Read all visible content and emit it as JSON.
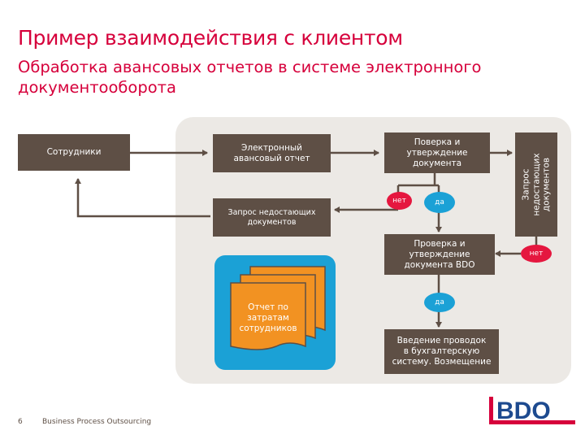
{
  "header": {
    "title": "Пример взаимодействия с клиентом",
    "subtitle": "Обработка авансовых отчетов в системе электронного документооборота"
  },
  "diagram": {
    "employees_label": "Сотрудники",
    "report_box_line1": "Электронный",
    "report_box_line2": "авансовый отчет",
    "check_box_line1": "Поверка и",
    "check_box_line2": "утверждение",
    "check_box_line3": "документа",
    "request_box_line1": "Запрос недостающих",
    "request_box_line2": "документов",
    "no_label_left": "нет",
    "yes_label_top": "да",
    "side_request_line1": "Запрос",
    "side_request_line2": "недостающих",
    "side_request_line3": "документов",
    "no_label_right": "нет",
    "bdo_check_line1": "Проверка и",
    "bdo_check_line2": "утверждение",
    "bdo_check_line3": "документа BDO",
    "yes_label_bottom": "да",
    "entry_box_line1": "Введение проводок",
    "entry_box_line2": "в бухгалтерскую",
    "entry_box_line3": "систему. Возмещение",
    "expense_doc_line1": "Отчет по",
    "expense_doc_line2": "затратам",
    "expense_doc_line3": "сотрудников"
  },
  "footer": {
    "page_number": "6",
    "text": "Business Process Outsourcing"
  },
  "logo": {
    "text": "BDO"
  },
  "colors": {
    "accent_red": "#d6003b",
    "box_brown": "#5e4f45",
    "panel_gray": "#ece9e5",
    "circle_red": "#e5173f",
    "circle_blue": "#1ba1d6",
    "doc_orange": "#f29222"
  }
}
